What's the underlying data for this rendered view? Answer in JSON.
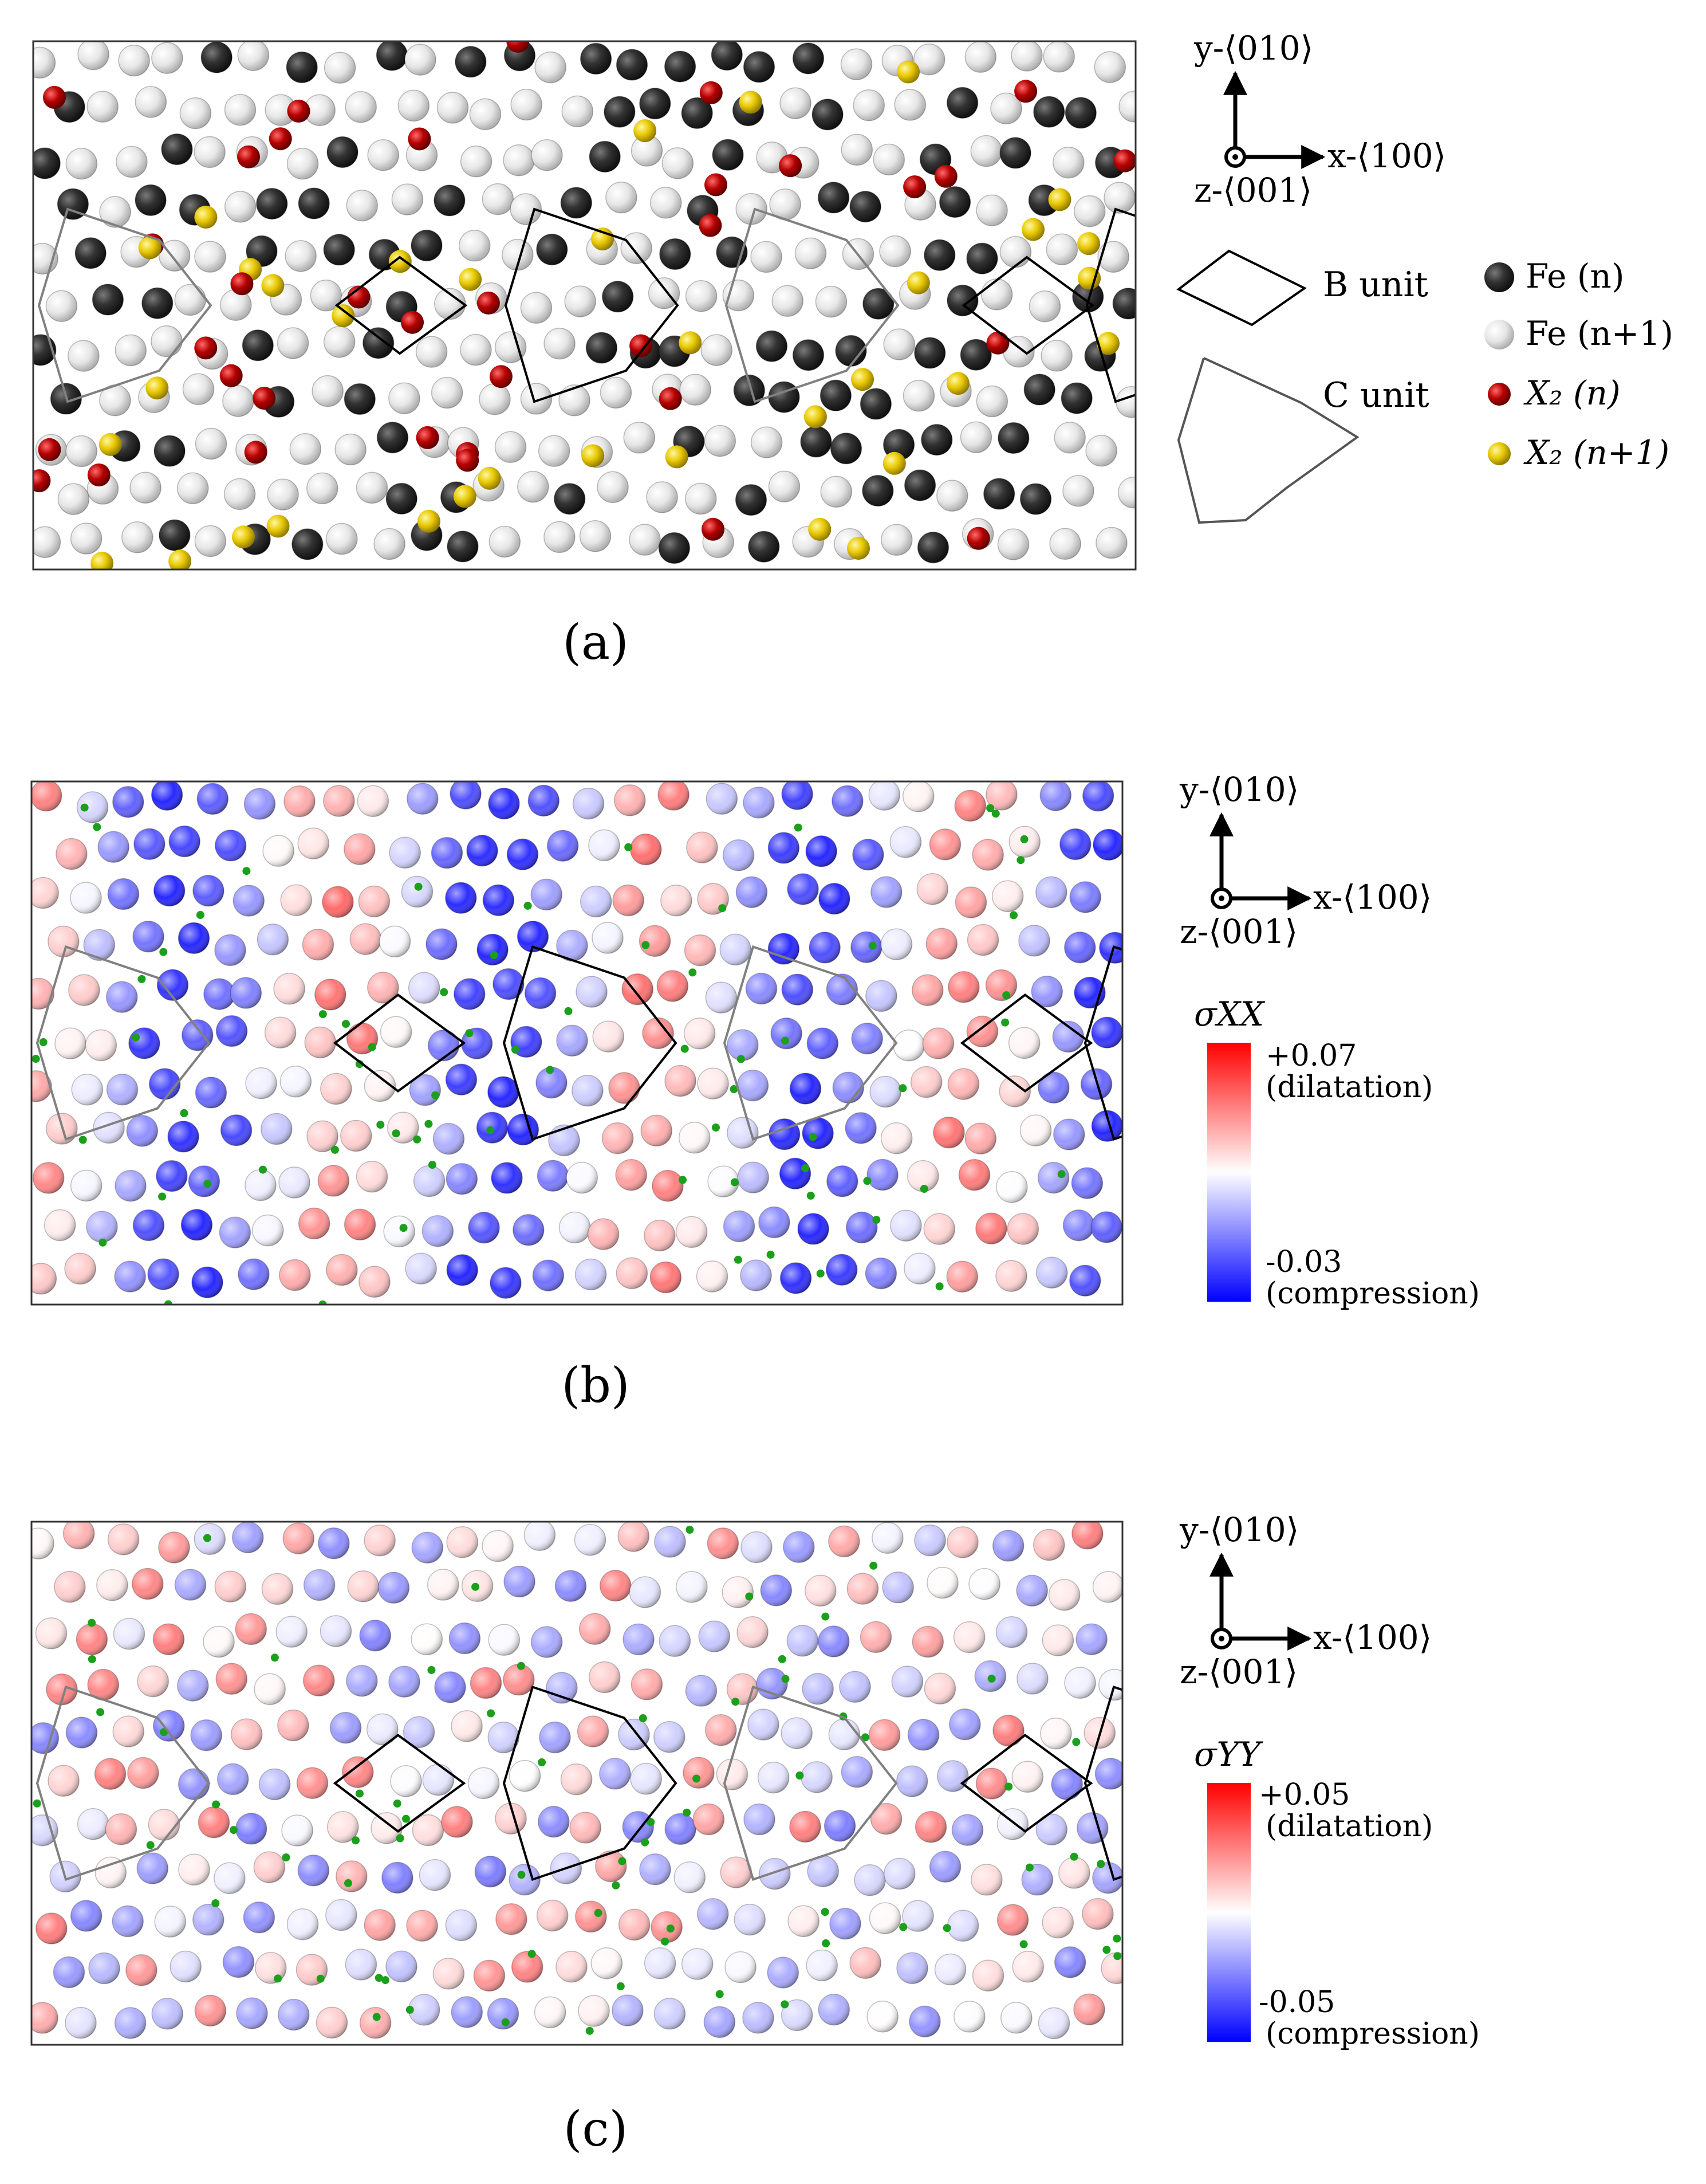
{
  "panels": {
    "a": {
      "caption": "(a)",
      "axes": {
        "y": "y-⟨010⟩",
        "x": "x-⟨100⟩",
        "z": "z-⟨001⟩"
      },
      "unit_legend": [
        {
          "label": "B unit"
        },
        {
          "label": "C unit"
        }
      ],
      "atom_legend": [
        {
          "label": "Fe (n)",
          "color": "#2e2e2e"
        },
        {
          "label": "Fe (n+1)",
          "color": "#e8e8e8"
        },
        {
          "label": "X₂ (n)",
          "color": "#b00000"
        },
        {
          "label": "X₂ (n+1)",
          "color": "#e8c800"
        }
      ]
    },
    "b": {
      "caption": "(b)",
      "axes": {
        "y": "y-⟨010⟩",
        "x": "x-⟨100⟩",
        "z": "z-⟨001⟩"
      },
      "colorbar": {
        "title": "σXX",
        "max": "+0.07",
        "max_note": "(dilatation)",
        "min": "-0.03",
        "min_note": "(compression)"
      }
    },
    "c": {
      "caption": "(c)",
      "axes": {
        "y": "y-⟨010⟩",
        "x": "x-⟨100⟩",
        "z": "z-⟨001⟩"
      },
      "colorbar": {
        "title": "σYY",
        "max": "+0.05",
        "max_note": "(dilatation)",
        "min": "-0.05",
        "min_note": "(compression)"
      }
    }
  },
  "colors": {
    "dilatation": "#ff0000",
    "neutral": "#ffffff",
    "compression": "#0000ff",
    "x2_marker": "#1aa01a",
    "b_unit_line": "#000000",
    "c_unit_line": "#808080"
  }
}
